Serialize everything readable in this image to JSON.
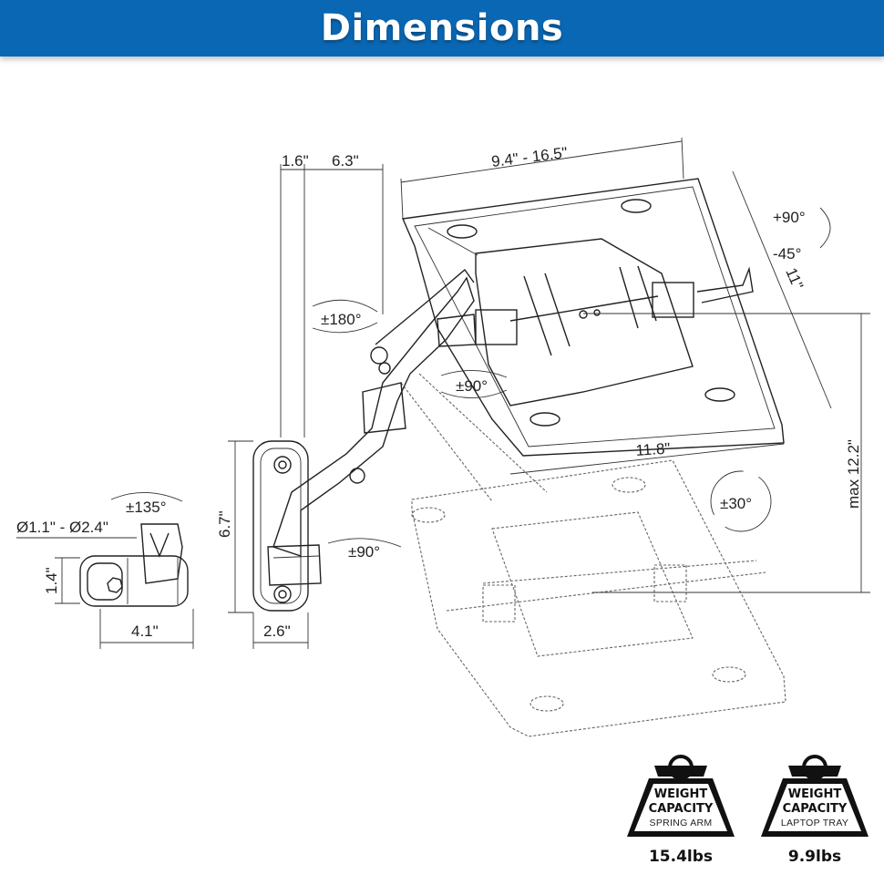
{
  "header": {
    "title": "Dimensions"
  },
  "dimensions": {
    "arm_offset": "1.6\"",
    "arm_length": "6.3\"",
    "tray_width": "9.4\" - 16.5\"",
    "tray_depth": "11\"",
    "tray_base": "11.8\"",
    "max_height": "max 12.2\"",
    "plate_height": "6.7\"",
    "plate_width": "2.6\"",
    "clamp_diameter": "Ø1.1\" - Ø2.4\"",
    "clamp_height": "1.4\"",
    "clamp_width": "4.1\""
  },
  "rotations": {
    "tilt_up": "+90°",
    "tilt_down": "-45°",
    "swivel_180": "±180°",
    "swivel_arm": "±90°",
    "clamp_135": "±135°",
    "base_90": "±90°",
    "tray_30": "±30°"
  },
  "badges": [
    {
      "title_line1": "WEIGHT",
      "title_line2": "CAPACITY",
      "subtitle": "SPRING ARM",
      "weight": "15.4lbs"
    },
    {
      "title_line1": "WEIGHT",
      "title_line2": "CAPACITY",
      "subtitle": "LAPTOP TRAY",
      "weight": "9.9lbs"
    }
  ],
  "colors": {
    "banner": "#0a67b4",
    "banner_text": "#ffffff",
    "line": "#222222"
  }
}
